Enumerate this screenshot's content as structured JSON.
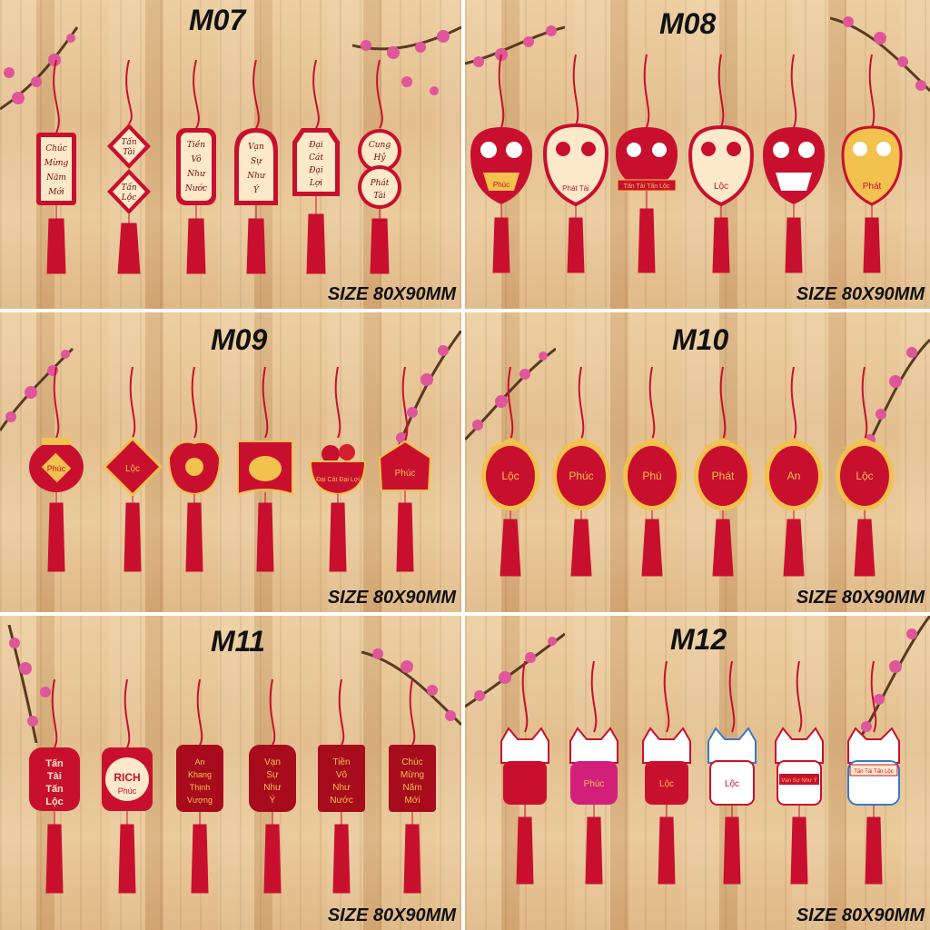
{
  "panels": [
    {
      "code": "M07",
      "size": "SIZE 80X90MM",
      "items": [
        {
          "lines": [
            "Chúc",
            "Mừng",
            "Năm",
            "Mới"
          ]
        },
        {
          "lines": [
            "Tấn",
            "Tài",
            "Tấn",
            "Lộc"
          ]
        },
        {
          "lines": [
            "Tiền",
            "Vô",
            "Như",
            "Nước"
          ]
        },
        {
          "lines": [
            "Vạn",
            "Sự",
            "Như",
            "Ý"
          ]
        },
        {
          "lines": [
            "Đại",
            "Cát",
            "Đại",
            "Lợi"
          ]
        },
        {
          "lines": [
            "Cung",
            "Hỷ",
            "Phát",
            "Tài"
          ]
        }
      ]
    },
    {
      "code": "M08",
      "size": "SIZE 80X90MM",
      "items": [
        {
          "label": "Phúc"
        },
        {
          "label": "Phát Tài"
        },
        {
          "label": "Tấn Tài Tấn Lộc"
        },
        {
          "label": "Lộc"
        },
        {
          "label": ""
        },
        {
          "label": "Phát"
        }
      ]
    },
    {
      "code": "M09",
      "size": "SIZE 80X90MM",
      "items": [
        {
          "label": "Phúc"
        },
        {
          "label": "Lộc"
        },
        {
          "label": ""
        },
        {
          "label": ""
        },
        {
          "label": "Đại Cát Đại Lợi"
        },
        {
          "label": "Phúc"
        }
      ]
    },
    {
      "code": "M10",
      "size": "SIZE 80X90MM",
      "items": [
        {
          "label": "Lộc"
        },
        {
          "label": "Phúc"
        },
        {
          "label": "Phú"
        },
        {
          "label": "Phát"
        },
        {
          "label": "An"
        },
        {
          "label": "Lộc"
        }
      ]
    },
    {
      "code": "M11",
      "size": "SIZE 80X90MM",
      "items": [
        {
          "lines": [
            "Tấn",
            "Tài",
            "Tấn",
            "Lộc"
          ]
        },
        {
          "lines": [
            "RICH",
            "Phúc"
          ]
        },
        {
          "lines": [
            "An",
            "Khang",
            "Thịnh",
            "Vượng"
          ]
        },
        {
          "lines": [
            "Vạn",
            "Sự",
            "Như",
            "Ý"
          ]
        },
        {
          "lines": [
            "Tiền",
            "Vô",
            "Như",
            "Nước"
          ]
        },
        {
          "lines": [
            "Chúc",
            "Mừng",
            "Năm",
            "Mới"
          ]
        }
      ]
    },
    {
      "code": "M12",
      "size": "SIZE 80X90MM",
      "items": [
        {
          "label": ""
        },
        {
          "label": "Phúc"
        },
        {
          "label": "Lộc"
        },
        {
          "label": "Lộc"
        },
        {
          "label": "Vạn Sự Như Ý"
        },
        {
          "label": "Tấn Tài Tấn Lộc"
        }
      ]
    }
  ],
  "colors": {
    "red": "#c8102e",
    "dark_red": "#8a0a12",
    "gold": "#f2c14e",
    "cream": "#fbe9c9",
    "blossom": "#e0569a"
  }
}
